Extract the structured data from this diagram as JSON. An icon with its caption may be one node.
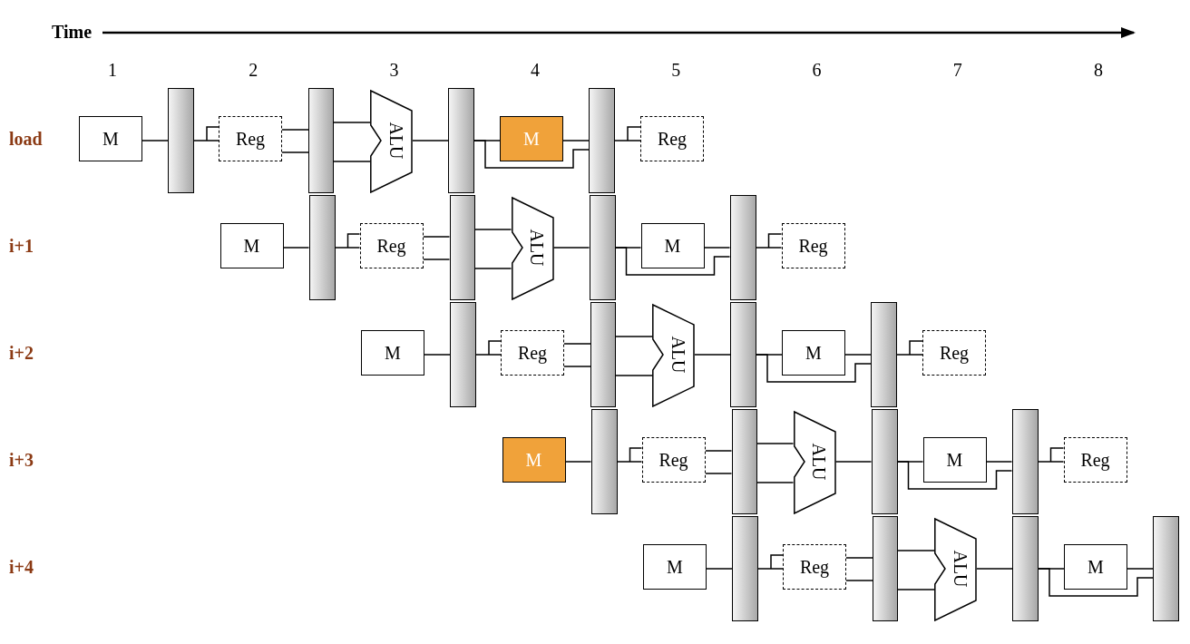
{
  "diagram": {
    "nodes": [
      {
        "text": [
          "M"
        ]
      },
      {
        "text": [],
        "shape": "bar"
      },
      {
        "text": [
          "Reg"
        ]
      },
      {
        "text": [],
        "shape": "bar"
      },
      {
        "text": [
          "ALU"
        ]
      },
      {
        "text": [],
        "shape": "bar"
      },
      {
        "text": [
          "M"
        ]
      },
      {
        "text": [],
        "shape": "bar"
      },
      {
        "text": [
          "Reg"
        ]
      },
      {
        "text": [
          "M"
        ]
      },
      {
        "text": [],
        "shape": "bar"
      },
      {
        "text": [
          "Reg"
        ]
      },
      {
        "text": [],
        "shape": "bar"
      },
      {
        "text": [
          "ALU"
        ]
      },
      {
        "text": [],
        "shape": "bar"
      },
      {
        "text": [
          "M"
        ]
      },
      {
        "text": [],
        "shape": "bar"
      },
      {
        "text": [
          "Reg"
        ]
      },
      {
        "text": [
          "M"
        ]
      },
      {
        "text": [],
        "shape": "bar"
      },
      {
        "text": [
          "Reg"
        ]
      },
      {
        "text": [],
        "shape": "bar"
      },
      {
        "text": [
          "ALU"
        ]
      },
      {
        "text": [],
        "shape": "bar"
      },
      {
        "text": [
          "M"
        ]
      },
      {
        "text": [],
        "shape": "bar"
      },
      {
        "text": [
          "Reg"
        ]
      },
      {
        "text": [
          "M"
        ]
      },
      {
        "text": [],
        "shape": "bar"
      },
      {
        "text": [
          "Reg"
        ]
      },
      {
        "text": [],
        "shape": "bar"
      },
      {
        "text": [
          "ALU"
        ]
      },
      {
        "text": [],
        "shape": "bar"
      },
      {
        "text": [
          "M"
        ]
      },
      {
        "text": [],
        "shape": "bar"
      },
      {
        "text": [
          "Reg"
        ]
      },
      {
        "text": [
          "M"
        ]
      },
      {
        "text": [],
        "shape": "bar"
      },
      {
        "text": [
          "Reg"
        ]
      },
      {
        "text": [],
        "shape": "bar"
      },
      {
        "text": [
          "ALU"
        ]
      },
      {
        "text": [],
        "shape": "bar"
      },
      {
        "text": [
          "M"
        ]
      },
      {
        "text": [],
        "shape": "bar"
      }
    ],
    "edges": [
      {
        "from": 0,
        "to": 1,
        "arrow": "none"
      },
      {
        "from": 1,
        "to": 2,
        "arrow": "none"
      },
      {
        "from": 2,
        "to": 3,
        "arrow": "none"
      },
      {
        "from": 2,
        "to": 3,
        "arrow": "none"
      },
      {
        "from": 3,
        "to": 4,
        "arrow": "none"
      },
      {
        "from": 3,
        "to": 4,
        "arrow": "none"
      },
      {
        "from": 4,
        "to": 5,
        "arrow": "none"
      },
      {
        "from": 5,
        "to": 6,
        "arrow": "none"
      },
      {
        "from": 5,
        "to": 7,
        "arrow": "none"
      },
      {
        "from": 6,
        "to": 7,
        "arrow": "none"
      },
      {
        "from": 7,
        "to": 8,
        "arrow": "none"
      },
      {
        "from": 9,
        "to": 10,
        "arrow": "none"
      },
      {
        "from": 10,
        "to": 11,
        "arrow": "none"
      },
      {
        "from": 11,
        "to": 12,
        "arrow": "none"
      },
      {
        "from": 11,
        "to": 12,
        "arrow": "none"
      },
      {
        "from": 12,
        "to": 13,
        "arrow": "none"
      },
      {
        "from": 12,
        "to": 13,
        "arrow": "none"
      },
      {
        "from": 13,
        "to": 14,
        "arrow": "none"
      },
      {
        "from": 14,
        "to": 15,
        "arrow": "none"
      },
      {
        "from": 14,
        "to": 16,
        "arrow": "none"
      },
      {
        "from": 15,
        "to": 16,
        "arrow": "none"
      },
      {
        "from": 16,
        "to": 17,
        "arrow": "none"
      },
      {
        "from": 18,
        "to": 19,
        "arrow": "none"
      },
      {
        "from": 19,
        "to": 20,
        "arrow": "none"
      },
      {
        "from": 20,
        "to": 21,
        "arrow": "none"
      },
      {
        "from": 20,
        "to": 21,
        "arrow": "none"
      },
      {
        "from": 21,
        "to": 22,
        "arrow": "none"
      },
      {
        "from": 21,
        "to": 22,
        "arrow": "none"
      },
      {
        "from": 22,
        "to": 23,
        "arrow": "none"
      },
      {
        "from": 23,
        "to": 24,
        "arrow": "none"
      },
      {
        "from": 23,
        "to": 25,
        "arrow": "none"
      },
      {
        "from": 24,
        "to": 25,
        "arrow": "none"
      },
      {
        "from": 25,
        "to": 26,
        "arrow": "none"
      },
      {
        "from": 27,
        "to": 28,
        "arrow": "none"
      },
      {
        "from": 28,
        "to": 29,
        "arrow": "none"
      },
      {
        "from": 29,
        "to": 30,
        "arrow": "none"
      },
      {
        "from": 29,
        "to": 30,
        "arrow": "none"
      },
      {
        "from": 30,
        "to": 31,
        "arrow": "none"
      },
      {
        "from": 30,
        "to": 31,
        "arrow": "none"
      },
      {
        "from": 31,
        "to": 32,
        "arrow": "none"
      },
      {
        "from": 32,
        "to": 33,
        "arrow": "none"
      },
      {
        "from": 32,
        "to": 34,
        "arrow": "none"
      },
      {
        "from": 33,
        "to": 34,
        "arrow": "none"
      },
      {
        "from": 34,
        "to": 35,
        "arrow": "none"
      },
      {
        "from": 36,
        "to": 37,
        "arrow": "none"
      },
      {
        "from": 37,
        "to": 38,
        "arrow": "none"
      },
      {
        "from": 38,
        "to": 39,
        "arrow": "none"
      },
      {
        "from": 38,
        "to": 39,
        "arrow": "none"
      },
      {
        "from": 39,
        "to": 40,
        "arrow": "none"
      },
      {
        "from": 39,
        "to": 40,
        "arrow": "none"
      },
      {
        "from": 40,
        "to": 41,
        "arrow": "none"
      },
      {
        "from": 41,
        "to": 42,
        "arrow": "none"
      },
      {
        "from": 41,
        "to": 43,
        "arrow": "none"
      },
      {
        "from": 42,
        "to": 43,
        "arrow": "none"
      }
    ],
    "labels": [
      "Time",
      "1",
      "2",
      "3",
      "4",
      "5",
      "6",
      "7",
      "8",
      "load",
      "i+1",
      "i+2",
      "i+3",
      "i+4"
    ]
  }
}
